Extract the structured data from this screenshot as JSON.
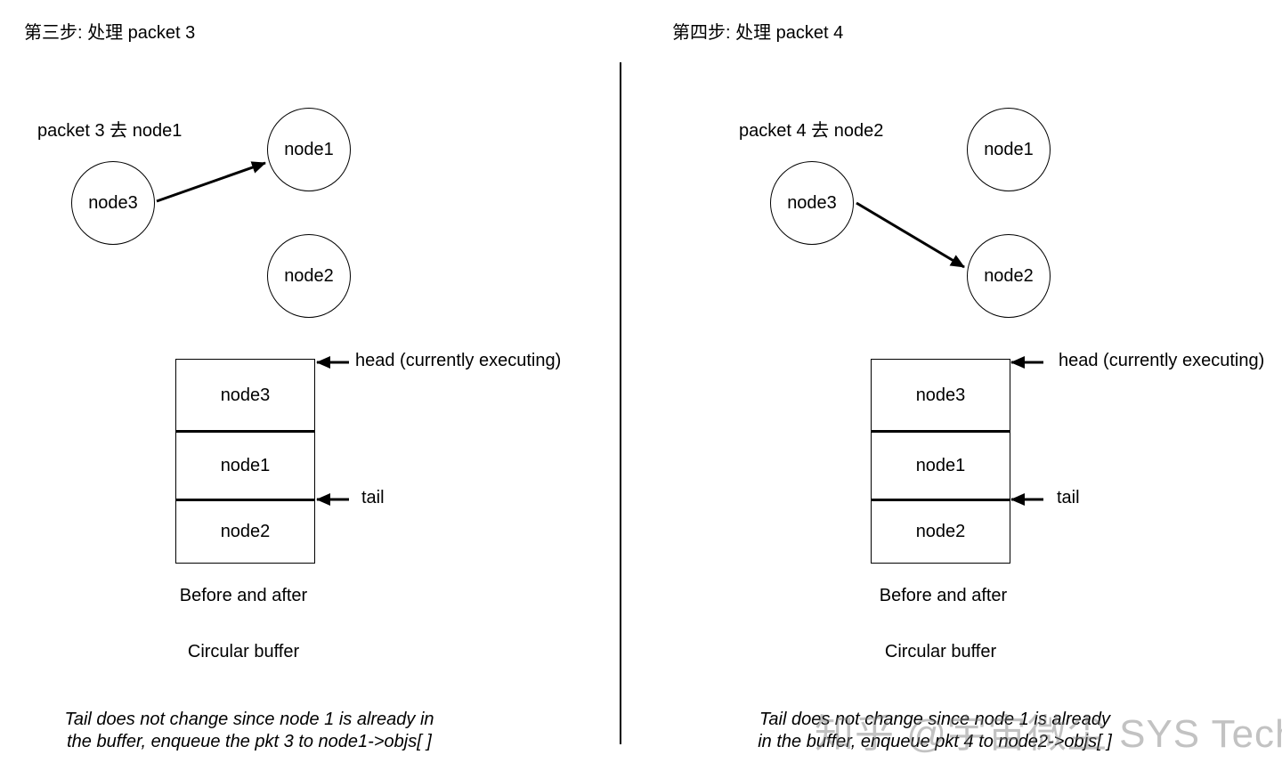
{
  "left": {
    "title": "第三步: 处理 packet 3",
    "packet_label": "packet 3 去 node1",
    "circles": {
      "a": "node3",
      "b": "node1",
      "c": "node2"
    },
    "buffer": [
      "node3",
      "node1",
      "node2"
    ],
    "head_label": "head (currently executing)",
    "tail_label": "tail",
    "caption1": "Before and after",
    "caption2": "Circular buffer",
    "note1": "Tail does not change since node 1 is already in",
    "note2": "the buffer, enqueue the pkt 3 to node1->objs[ ]"
  },
  "right": {
    "title": "第四步: 处理 packet 4",
    "packet_label": "packet 4 去 node2",
    "circles": {
      "a": "node3",
      "b": "node1",
      "c": "node2"
    },
    "buffer": [
      "node3",
      "node1",
      "node2"
    ],
    "head_label": "head (currently executing)",
    "tail_label": "tail",
    "caption1": "Before and after",
    "caption2": "Circular buffer",
    "note1": "Tail does not change since node 1 is already",
    "note2": "in the buffer, enqueue pkt 4 to node2->objs[ ]"
  },
  "watermark": "知乎 @宇宙微尘 SYS Tech"
}
